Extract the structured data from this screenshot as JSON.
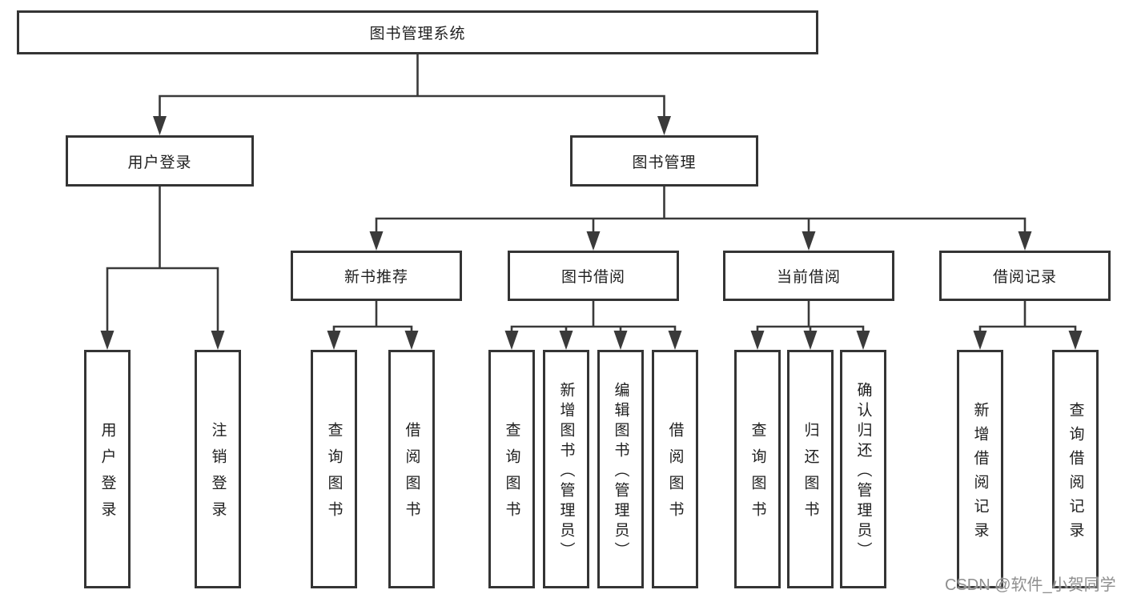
{
  "diagram": {
    "title": "图书管理系统",
    "root": {
      "label": "图书管理系统"
    },
    "level2": [
      {
        "label": "用户登录"
      },
      {
        "label": "图书管理"
      }
    ],
    "level3": [
      {
        "label": "新书推荐"
      },
      {
        "label": "图书借阅"
      },
      {
        "label": "当前借阅"
      },
      {
        "label": "借阅记录"
      }
    ],
    "leaves": [
      {
        "label": "用户登录",
        "parent": "用户登录"
      },
      {
        "label": "注销登录",
        "parent": "用户登录"
      },
      {
        "label": "查询图书",
        "parent": "新书推荐"
      },
      {
        "label": "借阅图书",
        "parent": "新书推荐"
      },
      {
        "label": "查询图书",
        "parent": "图书借阅"
      },
      {
        "label": "新增图书（管理员）",
        "parent": "图书借阅"
      },
      {
        "label": "编辑图书（管理员）",
        "parent": "图书借阅"
      },
      {
        "label": "借阅图书",
        "parent": "图书借阅"
      },
      {
        "label": "查询图书",
        "parent": "当前借阅"
      },
      {
        "label": "归还图书",
        "parent": "当前借阅"
      },
      {
        "label": "确认归还（管理员）",
        "parent": "当前借阅"
      },
      {
        "label": "新增借阅记录",
        "parent": "借阅记录"
      },
      {
        "label": "查询借阅记录",
        "parent": "借阅记录"
      }
    ]
  },
  "watermark": {
    "text": "CSDN @软件_小贺同学"
  },
  "colors": {
    "line": "#3a3a3a",
    "border": "#343434",
    "text": "#1f1f1f",
    "background": "#ffffff",
    "watermark": "#8f8f8f"
  }
}
